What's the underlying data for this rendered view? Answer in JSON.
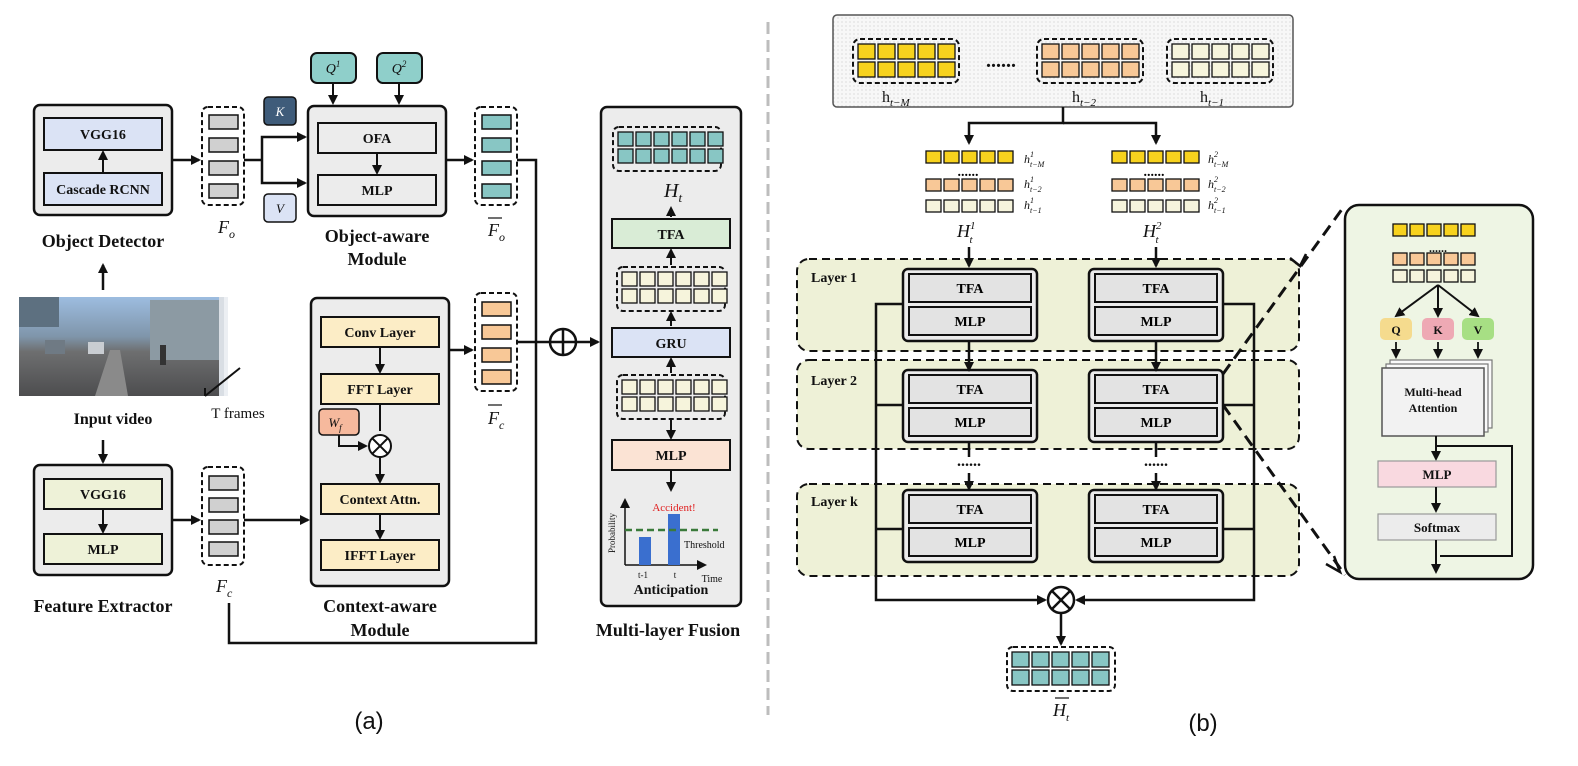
{
  "panel_a": {
    "caption": "(a)",
    "object_detector": {
      "title": "Object Detector",
      "vgg": "VGG16",
      "rcnn": "Cascade RCNN"
    },
    "feature_extractor": {
      "title": "Feature Extractor",
      "vgg": "VGG16",
      "mlp": "MLP"
    },
    "input": {
      "label": "Input video",
      "frames": "T frames"
    },
    "fo": "F",
    "fo_sub": "o",
    "fc": "F",
    "fc_sub": "c",
    "fo_bar": "F",
    "fo_bar_sub": "o",
    "fc_bar": "F",
    "fc_bar_sub": "c",
    "object_module": {
      "title_line1": "Object-aware",
      "title_line2": "Module",
      "ofa": "OFA",
      "mlp": "MLP",
      "k": "K",
      "v": "V",
      "q1": "Q",
      "q1_sup": "1",
      "q2": "Q",
      "q2_sup": "2"
    },
    "context_module": {
      "title_line1": "Context-aware",
      "title_line2": "Module",
      "conv": "Conv Layer",
      "fft": "FFT Layer",
      "wf": "W",
      "wf_sub": "f",
      "attn": "Context Attn.",
      "ifft": "IFFT Layer"
    },
    "fusion": {
      "title": "Multi-layer Fusion",
      "ht": "H",
      "ht_sub": "t",
      "tfa": "TFA",
      "gru": "GRU",
      "mlp": "MLP",
      "anticipation": "Anticipation",
      "accident": "Accident!",
      "threshold": "Threshold",
      "ylabel": "Probability",
      "xlabel": "Time",
      "t1": "t-1",
      "t": "t"
    }
  },
  "panel_b": {
    "caption": "(b)",
    "hist": [
      {
        "h": "h",
        "sub": "t−M"
      },
      {
        "h": "h",
        "sub": "t−2"
      },
      {
        "h": "h",
        "sub": "t−1"
      }
    ],
    "dots": "......",
    "h_sub_labels": [
      {
        "sub": "t−M",
        "sup": "1"
      },
      {
        "sub": "t−2",
        "sup": "1"
      },
      {
        "sub": "t−1",
        "sup": "1"
      },
      {
        "sub": "t−M",
        "sup": "2"
      },
      {
        "sub": "t−2",
        "sup": "2"
      },
      {
        "sub": "t−1",
        "sup": "2"
      }
    ],
    "H1": {
      "H": "H",
      "sub": "t",
      "sup": "1"
    },
    "H2": {
      "H": "H",
      "sub": "t",
      "sup": "2"
    },
    "layers": [
      "Layer 1",
      "Layer 2",
      "Layer k"
    ],
    "tfa": "TFA",
    "mlp": "MLP",
    "out": {
      "H": "H",
      "sub": "t"
    },
    "detail": {
      "q": "Q",
      "k": "K",
      "v": "V",
      "mha_line1": "Multi-head",
      "mha_line2": "Attention",
      "mlp": "MLP",
      "softmax": "Softmax"
    }
  },
  "colors": {
    "yellow": "#f7d21e",
    "orange": "#f8c897",
    "cream": "#f6f4dc",
    "teal": "#88c6c4",
    "blue_box": "#dbe3f5",
    "green_box": "#eef2d8",
    "layer_bg": "#eef1d7",
    "panel_bg": "#eef5e4"
  }
}
